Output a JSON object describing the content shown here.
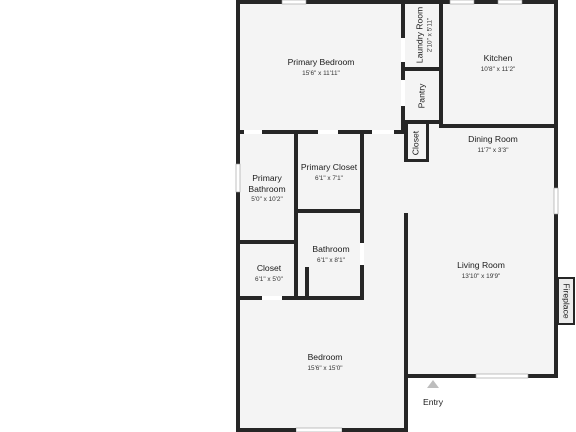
{
  "rooms": {
    "primary_bedroom": {
      "name": "Primary Bedroom",
      "dims": "15'6\" x 11'11\""
    },
    "laundry_room": {
      "name": "Laundry Room",
      "dims": "2'10\" x 5'11\""
    },
    "kitchen": {
      "name": "Kitchen",
      "dims": "10'8\" x 11'2\""
    },
    "pantry": {
      "name": "Pantry"
    },
    "closet_small": {
      "name": "Closet"
    },
    "dining_room": {
      "name": "Dining Room",
      "dims": "11'7\" x 3'3\""
    },
    "primary_bathroom": {
      "name_line1": "Primary",
      "name_line2": "Bathroom",
      "dims": "5'0\" x 10'2\""
    },
    "primary_closet": {
      "name": "Primary Closet",
      "dims": "6'1\" x 7'1\""
    },
    "bathroom": {
      "name": "Bathroom",
      "dims": "6'1\" x 8'1\""
    },
    "closet": {
      "name": "Closet",
      "dims": "6'1\" x 5'0\""
    },
    "living_room": {
      "name": "Living Room",
      "dims": "13'10\" x 19'9\""
    },
    "bedroom": {
      "name": "Bedroom",
      "dims": "15'6\" x 15'0\""
    }
  },
  "fireplace": "Fireplace",
  "entry": "Entry",
  "colors": {
    "wall": "#262626",
    "floor": "#f4f4f4",
    "background": "#ffffff"
  }
}
